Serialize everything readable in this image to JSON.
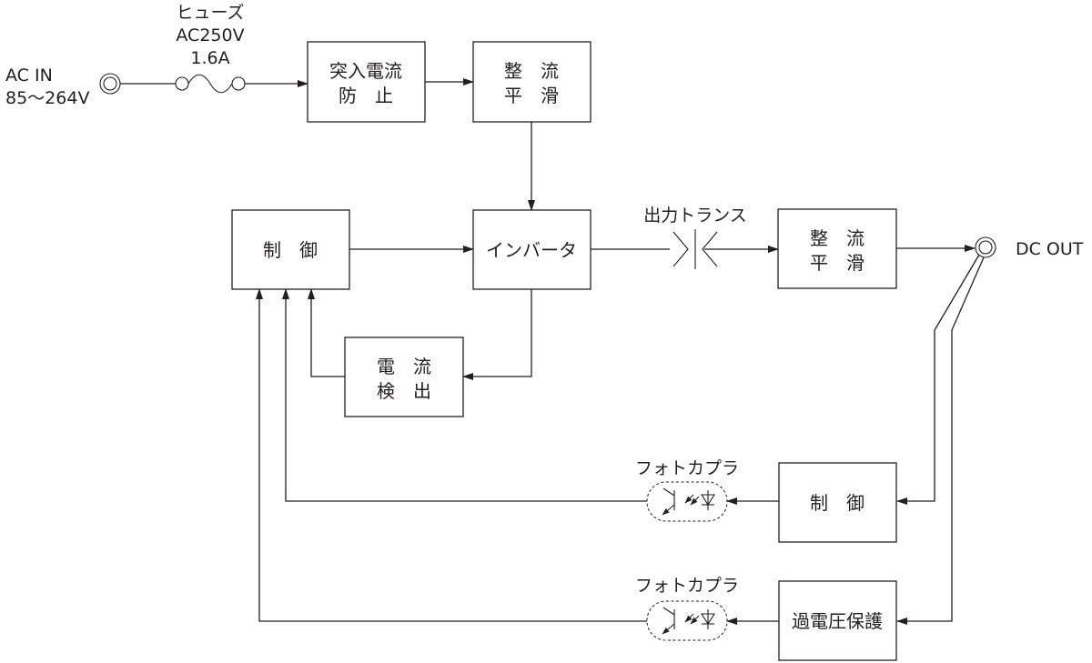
{
  "diagram": {
    "ac_in": {
      "line1": "AC IN",
      "line2": "85～264V"
    },
    "fuse": {
      "line1": "ヒューズ",
      "line2": "AC250V",
      "line3": "1.6A"
    },
    "dc_out": "DC OUT",
    "transformer_label": "出力トランス",
    "photocoupler_label": "フォトカプラ",
    "blocks": {
      "inrush": [
        "突入電流",
        "防　止"
      ],
      "rectifier1": [
        "整　流",
        "平　滑"
      ],
      "control_main": [
        "制　御"
      ],
      "inverter": [
        "インバータ"
      ],
      "rectifier2": [
        "整　流",
        "平　滑"
      ],
      "current_detect": [
        "電　流",
        "検　出"
      ],
      "control_feedback": [
        "制　御"
      ],
      "overvoltage": [
        "過電圧保護"
      ]
    },
    "colors": {
      "ink": "#231f20",
      "background": "#ffffff"
    }
  }
}
